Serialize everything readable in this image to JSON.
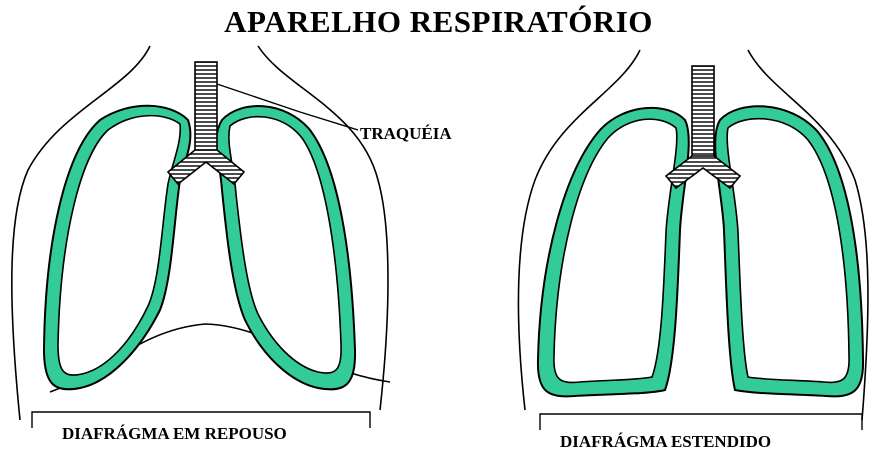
{
  "title": "APARELHO RESPIRATÓRIO",
  "labels": {
    "trachea": "TRAQUÉIA",
    "diaphragm_rest": "DIAFRÁGMA EM REPOUSO",
    "diaphragm_extended": "DIAFRÁGMA ESTENDIDO"
  },
  "colors": {
    "lung_fill": "#33cc99",
    "outline": "#000000",
    "background": "#ffffff"
  }
}
